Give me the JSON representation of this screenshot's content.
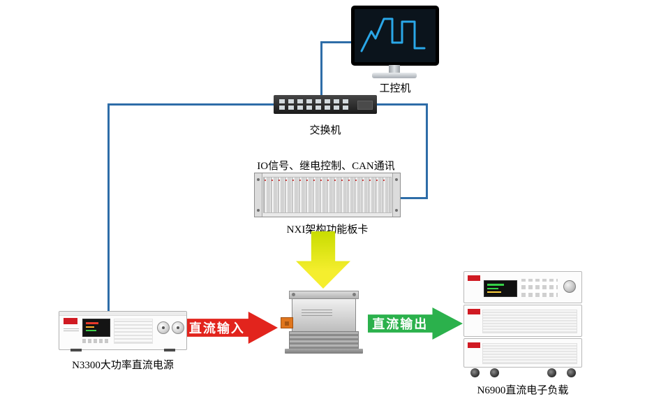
{
  "diagram": {
    "nodes": {
      "industrial_pc": {
        "label": "工控机"
      },
      "network_switch": {
        "label": "交换机"
      },
      "nxi_rack": {
        "label": "NXI架构功能板卡",
        "caption": "IO信号、继电控制、CAN通讯"
      },
      "power_supply": {
        "label": "N3300大功率直流电源"
      },
      "electronic_load": {
        "label": "N6900直流电子负载"
      }
    },
    "arrows": {
      "dc_input": {
        "label": "直流输入",
        "color": "#e2241d"
      },
      "dc_output": {
        "label": "直流输出",
        "color": "#2bb14c"
      },
      "control_down": {
        "color": "#f5ee2e"
      }
    },
    "colors": {
      "connection_line": "#2e6da8",
      "monitor_trace": "#2aa7e8"
    }
  }
}
